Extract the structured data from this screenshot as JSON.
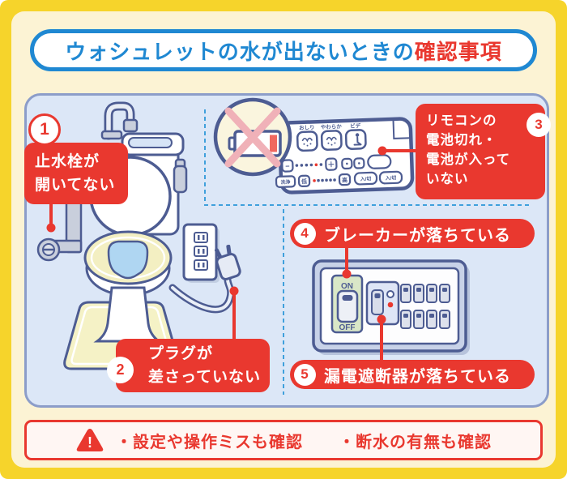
{
  "title": {
    "prefix": "ウォシュレットの水が出ないときの",
    "highlight": "確認事項"
  },
  "callouts": {
    "c1": {
      "num": "1",
      "text": "止水栓が\n開いてない"
    },
    "c2": {
      "num": "2",
      "text": "プラグが\n差さっていない"
    },
    "c3": {
      "num": "3",
      "text": "リモコンの\n電池切れ・\n電池が入って\nいない"
    },
    "c4": {
      "num": "4",
      "text": "ブレーカーが落ちている"
    },
    "c5": {
      "num": "5",
      "text": "漏電遮断器が落ちている"
    }
  },
  "remote": {
    "label_oshiri": "おしり",
    "label_yawaraka": "やわらか",
    "label_bide": "ビデ",
    "btn_minus": "−",
    "btn_plus": "＋",
    "btn_wash": "洗浄",
    "btn_low": "低",
    "btn_high": "高",
    "btn_power_1": "入/切",
    "btn_power_2": "入/切"
  },
  "breaker": {
    "on_label": "ON",
    "off_label": "OFF"
  },
  "footer": {
    "warning_mark": "!",
    "note1": "・設定や操作ミスも確認",
    "note2": "・断水の有無も確認"
  },
  "colors": {
    "accent_red": "#E9382F",
    "title_blue": "#1F88D2",
    "frame_yellow": "#F6D42B",
    "bg_cream": "#FCF3D4",
    "panel_blue": "#DCE7F7",
    "outline_navy": "#4D5C92",
    "dashed_blue": "#3FA0DC"
  }
}
